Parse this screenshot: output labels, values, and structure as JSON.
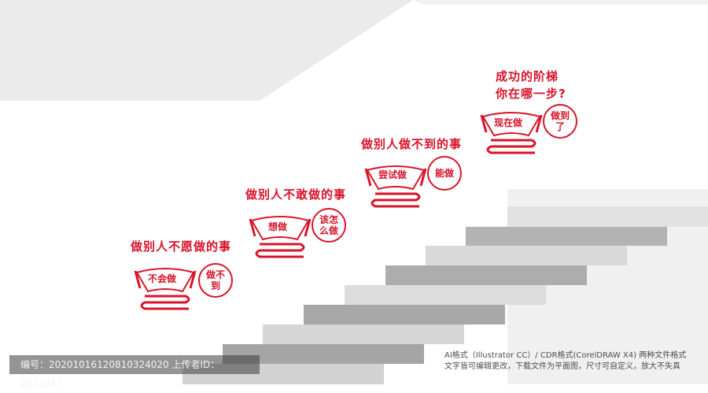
{
  "stages": [
    {
      "heading": "做别人不愿做的事",
      "fan_label": "不会做",
      "circle_text": "做不到"
    },
    {
      "heading": "做别人不敢做的事",
      "fan_label": "想做",
      "circle_text": "该怎么做"
    },
    {
      "heading": "做别人做不到的事",
      "fan_label": "尝试做",
      "circle_text": "能做"
    }
  ],
  "top": {
    "line1": "成功的阶梯",
    "line2": "你在哪一步?",
    "fan_label": "现在做",
    "circle_text": "做到了"
  },
  "footer": {
    "id_line": "编号：20201016120810324020 上传者ID：2012347",
    "note1": "AI格式（Illustrator CC）/ CDR格式(CorelDRAW X4) 两种文件格式",
    "note2": "文字皆可编辑更改，下载文件为平面图，尺寸可自定义，放大不失真"
  },
  "colors": {
    "accent": "#d7142a",
    "stair_dark": "#a9a9a9",
    "stair_light": "#d6d6d6"
  }
}
